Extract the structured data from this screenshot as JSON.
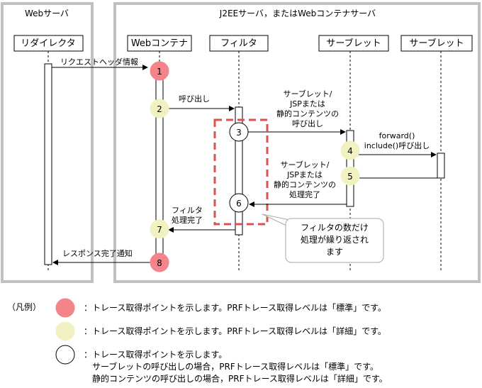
{
  "regions": {
    "web_server": "Webサーバ",
    "app_server": "J2EEサーバ，またはWebコンテナサーバ"
  },
  "lifelines": {
    "redirector": "リダイレクタ",
    "web_container": "Webコンテナ",
    "filter": "フィルタ",
    "servlet1": "サーブレット",
    "servlet2": "サーブレット"
  },
  "messages": {
    "m1": "リクエストヘッダ情報",
    "m2": "呼び出し",
    "m3": [
      "サーブレット/",
      "JSPまたは",
      "静的コンテンツの",
      "呼び出し"
    ],
    "m4": [
      "forward()",
      "include()呼び出し"
    ],
    "m5": [
      "サーブレット/",
      "JSPまたは",
      "静的コンテンツの",
      "処理完了"
    ],
    "m7": [
      "フィルタ",
      "処理完了"
    ],
    "m8": "レスポンス完了通知"
  },
  "points": {
    "p1": "1",
    "p2": "2",
    "p3": "3",
    "p4": "4",
    "p5": "5",
    "p6": "6",
    "p7": "7",
    "p8": "8"
  },
  "callout": [
    "フィルタの数だけ",
    "処理が繰り返され",
    "ます"
  ],
  "legend": {
    "title": "（凡例）",
    "red": "：トレース取得ポイントを示します。PRFトレース取得レベルは「標準」です。",
    "yellow": "：トレース取得ポイントを示します。PRFトレース取得レベルは「詳細」です。",
    "white": [
      "：トレース取得ポイントを示します。",
      "サーブレットの呼び出しの場合，PRFトレース取得レベルは「標準」です。",
      "静的コンテンツの呼び出しの場合，PRFトレース取得レベルは「詳細」です。"
    ]
  },
  "colors": {
    "standard": "#f4848a",
    "detail": "#f1f1c2",
    "white": "#ffffff",
    "region_border": "#c0c0c0",
    "dashed_box": "#d9534f"
  }
}
